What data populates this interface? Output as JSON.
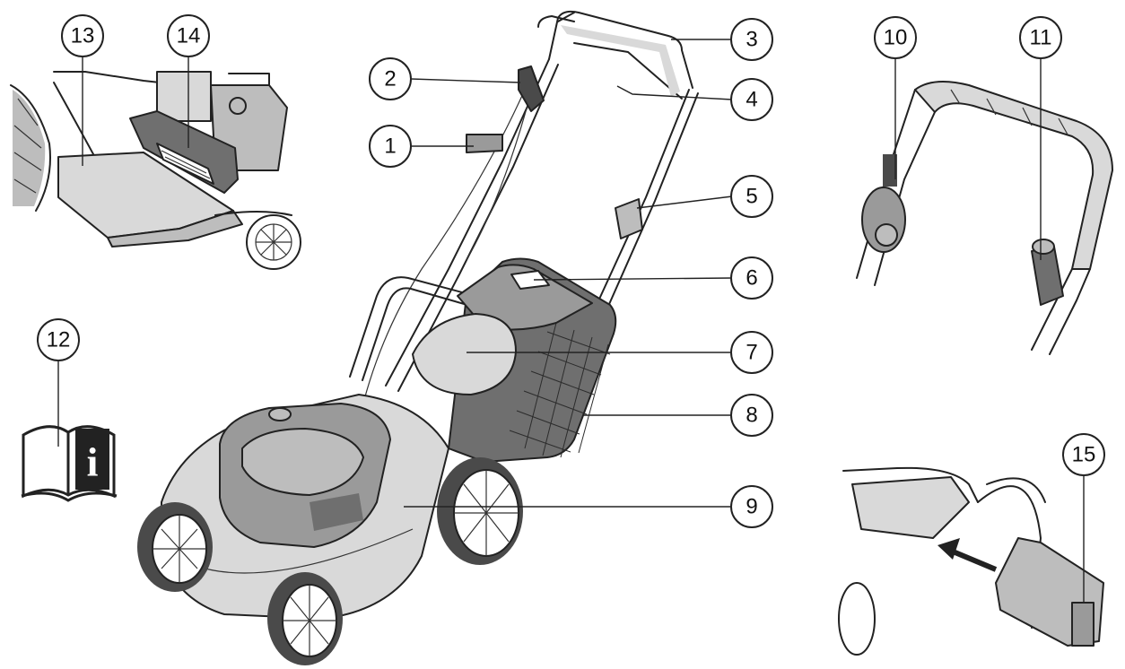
{
  "diagram": {
    "callouts": [
      {
        "id": "c1",
        "label": "1"
      },
      {
        "id": "c2",
        "label": "2"
      },
      {
        "id": "c3",
        "label": "3"
      },
      {
        "id": "c4",
        "label": "4"
      },
      {
        "id": "c5",
        "label": "5"
      },
      {
        "id": "c6",
        "label": "6"
      },
      {
        "id": "c7",
        "label": "7"
      },
      {
        "id": "c8",
        "label": "8"
      },
      {
        "id": "c9",
        "label": "9"
      },
      {
        "id": "c10",
        "label": "10"
      },
      {
        "id": "c11",
        "label": "11"
      },
      {
        "id": "c12",
        "label": "12"
      },
      {
        "id": "c13",
        "label": "13"
      },
      {
        "id": "c14",
        "label": "14"
      },
      {
        "id": "c15",
        "label": "15"
      }
    ],
    "manual_icon_glyph": "i",
    "colors": {
      "ink": "#222222",
      "light_gray": "#d9d9d9",
      "mid_gray": "#9a9a9a",
      "dark_gray": "#4a4a4a"
    }
  }
}
